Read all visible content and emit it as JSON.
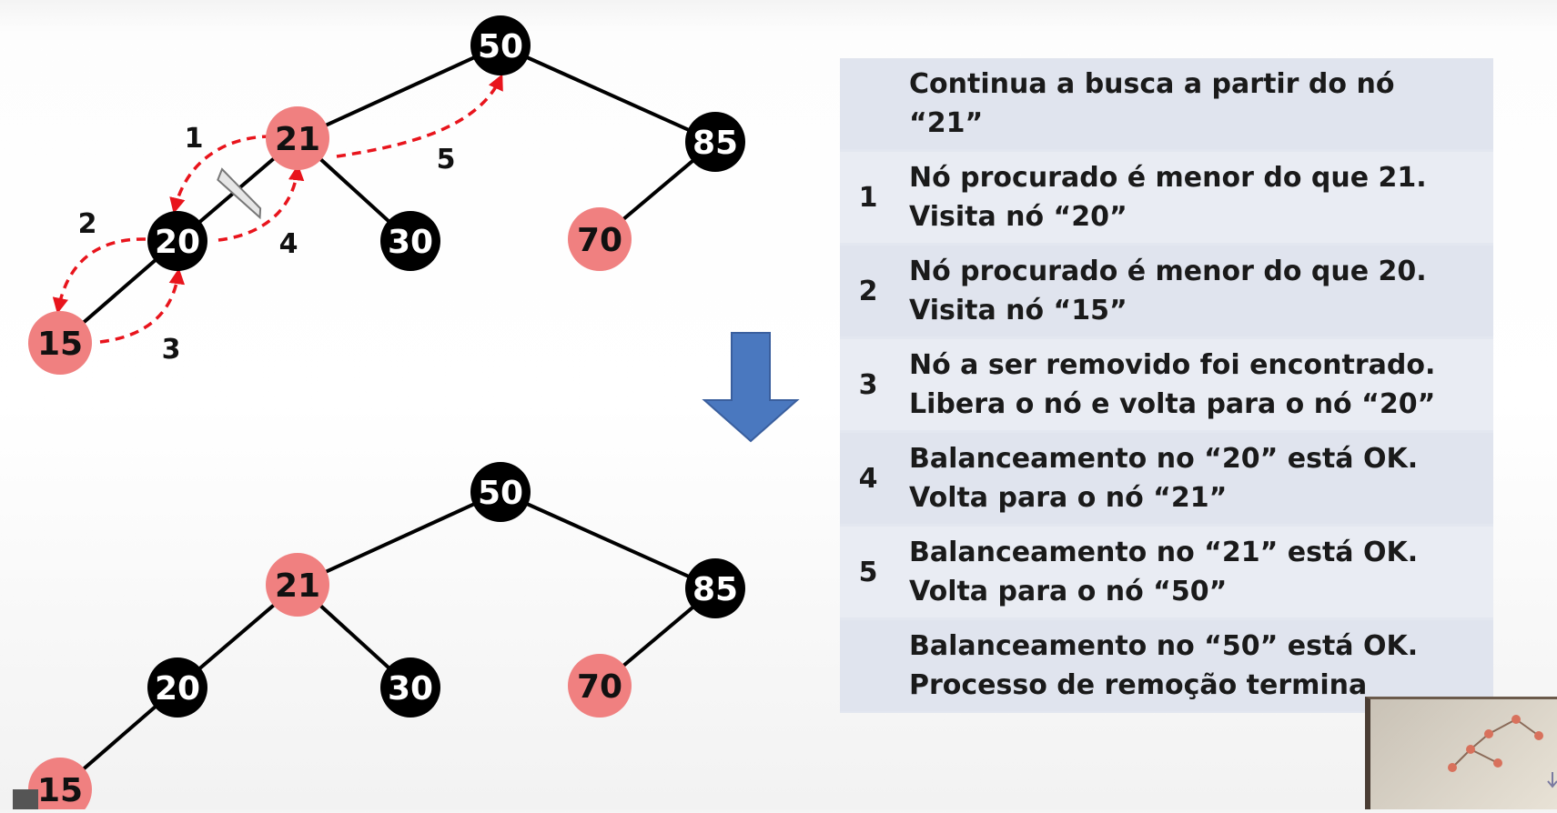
{
  "top_tree": {
    "nodes": [
      {
        "id": "n50",
        "label": "50",
        "color": "black"
      },
      {
        "id": "n21",
        "label": "21",
        "color": "red"
      },
      {
        "id": "n85",
        "label": "85",
        "color": "black"
      },
      {
        "id": "n20",
        "label": "20",
        "color": "black"
      },
      {
        "id": "n30",
        "label": "30",
        "color": "black"
      },
      {
        "id": "n70",
        "label": "70",
        "color": "red"
      },
      {
        "id": "n15",
        "label": "15",
        "color": "red"
      }
    ],
    "step_labels": [
      "1",
      "2",
      "3",
      "4",
      "5"
    ]
  },
  "bottom_tree": {
    "nodes": [
      {
        "id": "b50",
        "label": "50",
        "color": "black"
      },
      {
        "id": "b21",
        "label": "21",
        "color": "red"
      },
      {
        "id": "b85",
        "label": "85",
        "color": "black"
      },
      {
        "id": "b20",
        "label": "20",
        "color": "black"
      },
      {
        "id": "b30",
        "label": "30",
        "color": "black"
      },
      {
        "id": "b70",
        "label": "70",
        "color": "red"
      },
      {
        "id": "b15",
        "label": "15",
        "color": "red"
      }
    ]
  },
  "steps_table": [
    {
      "num": "",
      "text": "Continua a busca a partir do nó\n“21”"
    },
    {
      "num": "1",
      "text": "Nó procurado é menor do que 21.\nVisita nó “20”"
    },
    {
      "num": "2",
      "text": "Nó procurado é menor do que 20.\nVisita nó “15”"
    },
    {
      "num": "3",
      "text": "Nó a ser removido foi encontrado.\nLibera o nó e volta para o nó “20”"
    },
    {
      "num": "4",
      "text": "Balanceamento no “20” está OK.\nVolta para o nó “21”"
    },
    {
      "num": "5",
      "text": "Balanceamento no “21” está OK.\nVolta para o nó “50”"
    },
    {
      "num": "",
      "text": "Balanceamento no “50” está OK.\nProcesso de remoção termina"
    }
  ],
  "colors": {
    "black_node": "#000000",
    "red_node": "#f08080",
    "arrow_red": "#e8141c",
    "down_arrow": "#4a78bf",
    "table_bg": "#e3e7f0"
  }
}
